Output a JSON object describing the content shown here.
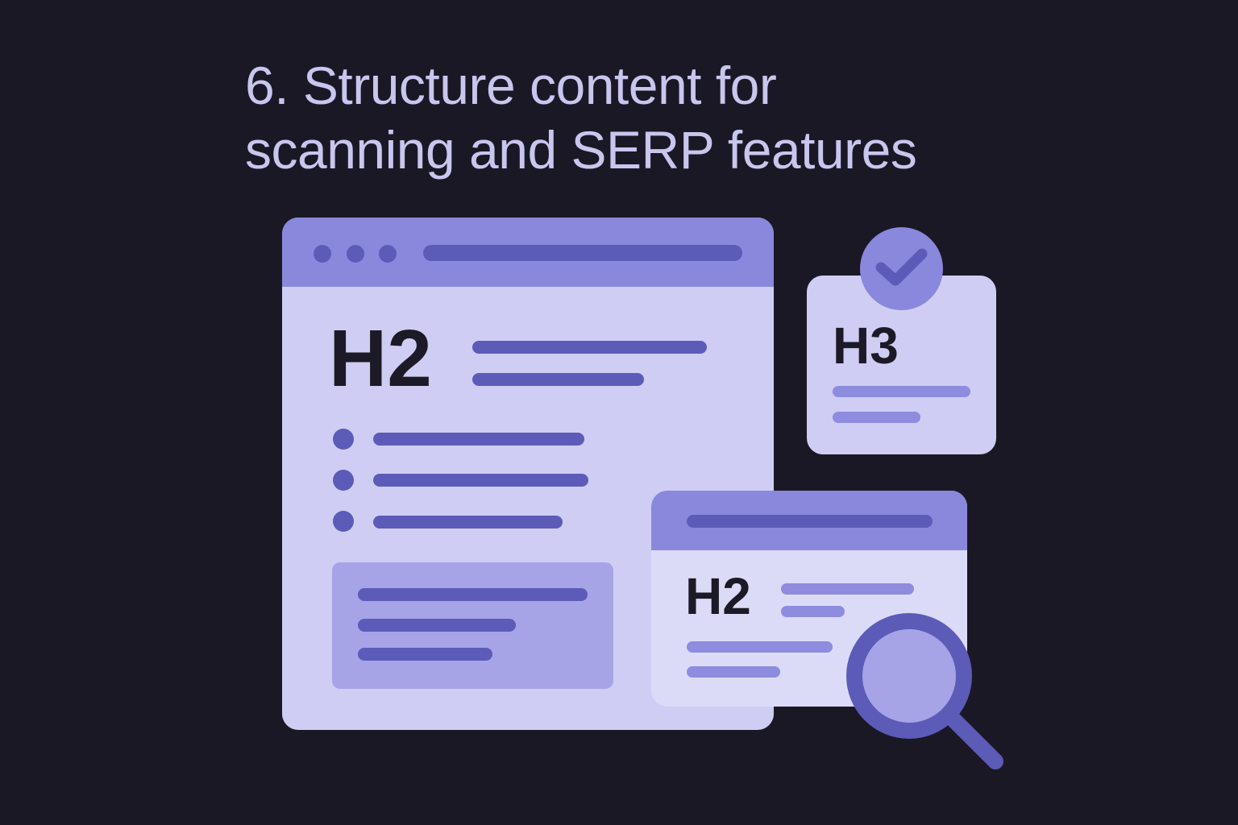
{
  "title": {
    "line1": "6. Structure content for",
    "line2": "scanning and SERP features"
  },
  "main_window": {
    "heading": "H2",
    "bullet_count": 3,
    "icons": [
      "browser-dots",
      "address-bar"
    ]
  },
  "h3_card": {
    "heading": "H3",
    "badge_icon": "checkmark-icon"
  },
  "serp_card": {
    "heading": "H2",
    "overlay_icon": "magnifier-icon"
  },
  "colors": {
    "background": "#1a1825",
    "title": "#c9c6ee",
    "panel_light": "#cfcdf3",
    "panel_header": "#8a88dc",
    "accent_dark": "#5c5bb8",
    "accent_mid": "#8e8cde",
    "heading_text": "#1b1a26"
  }
}
